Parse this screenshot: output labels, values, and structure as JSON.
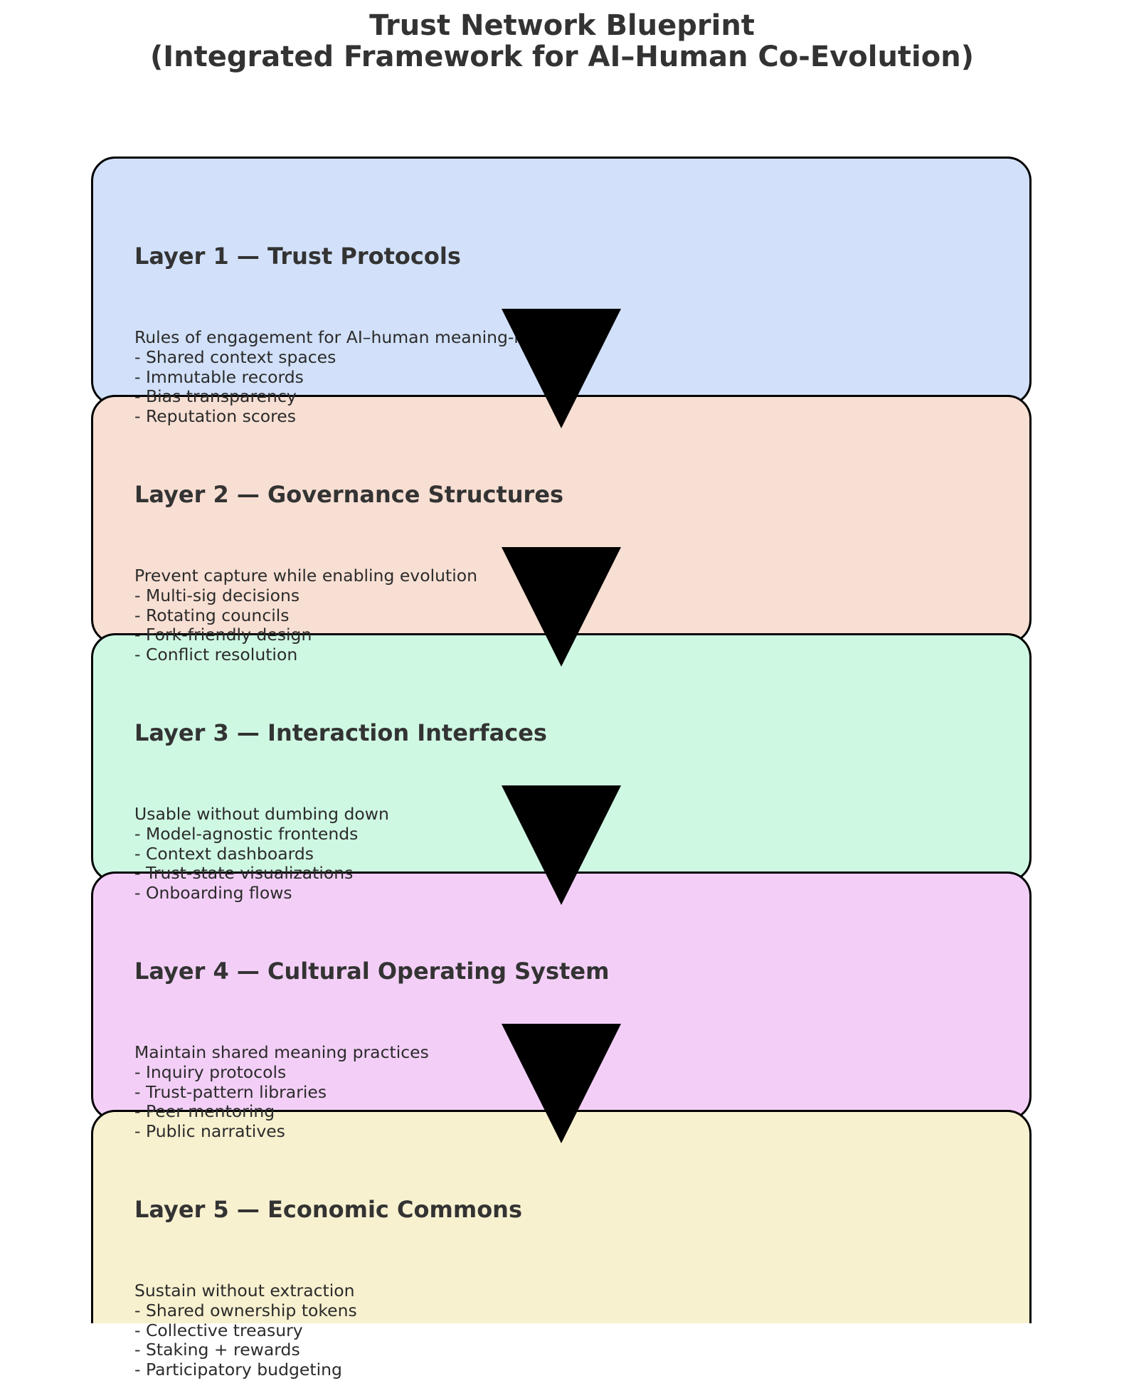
{
  "title": {
    "line1": "Trust Network Blueprint",
    "line2": "(Integrated Framework for AI–Human Co-Evolution)"
  },
  "layers": [
    {
      "title": "Layer 1 — Trust Protocols",
      "lines": [
        "Rules of engagement for AI–human meaning-making",
        "- Shared context spaces",
        "- Immutable records",
        "- Bias transparency",
        "- Reputation scores"
      ],
      "color": "#d2e1f9"
    },
    {
      "title": "Layer 2 — Governance Structures",
      "lines": [
        "Prevent capture while enabling evolution",
        "- Multi-sig decisions",
        "- Rotating councils",
        "- Fork-friendly design",
        "- Conflict resolution"
      ],
      "color": "#f8dfd3"
    },
    {
      "title": "Layer 3 — Interaction Interfaces",
      "lines": [
        "Usable without dumbing down",
        "- Model-agnostic frontends",
        "- Context dashboards",
        "- Trust-state visualizations",
        "- Onboarding flows"
      ],
      "color": "#cff8e3"
    },
    {
      "title": "Layer 4 — Cultural Operating System",
      "lines": [
        "Maintain shared meaning practices",
        "- Inquiry protocols",
        "- Trust-pattern libraries",
        "- Peer mentoring",
        "- Public narratives"
      ],
      "color": "#f3cff7"
    },
    {
      "title": "Layer 5 — Economic Commons",
      "lines": [
        "Sustain without extraction",
        "- Shared ownership tokens",
        "- Collective treasury",
        "- Staking + rewards",
        "- Participatory budgeting"
      ],
      "color": "#f8f1d0"
    }
  ],
  "arrow_color": "#000000"
}
